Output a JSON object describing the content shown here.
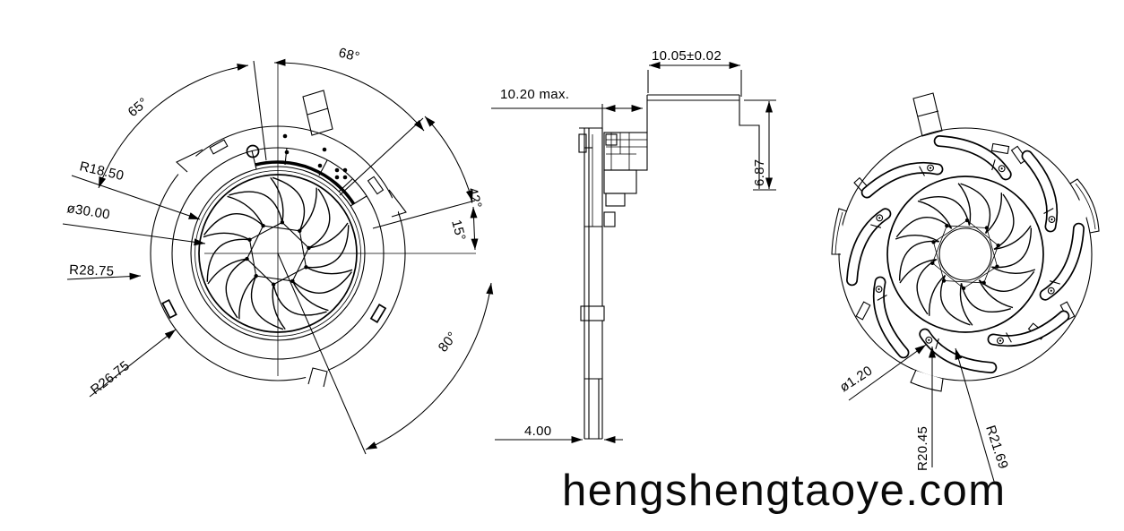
{
  "watermark": "hengshengtaoye.com",
  "colors": {
    "line": "#000000",
    "background": "#ffffff",
    "watermark": "#0a0a0a"
  },
  "front_view": {
    "angle_top_right": "68°",
    "angle_top_left": "65°",
    "angle_right_upper": "42°",
    "angle_right_lower": "15°",
    "angle_bottom": "80°",
    "radius_blade_ring": "R18.50",
    "diameter_blades": "ø30.00",
    "radius_outer_body": "R28.75",
    "radius_inner_rim": "R26.75"
  },
  "section_view": {
    "depth_max": "10.20  max.",
    "lead_length": "10.05±0.02",
    "lead_drop": "6.87",
    "base_width": "4.00"
  },
  "back_view": {
    "hole_diameter": "ø1.20",
    "slot_radius_inner": "R20.45",
    "slot_radius_outer": "R21.69"
  }
}
